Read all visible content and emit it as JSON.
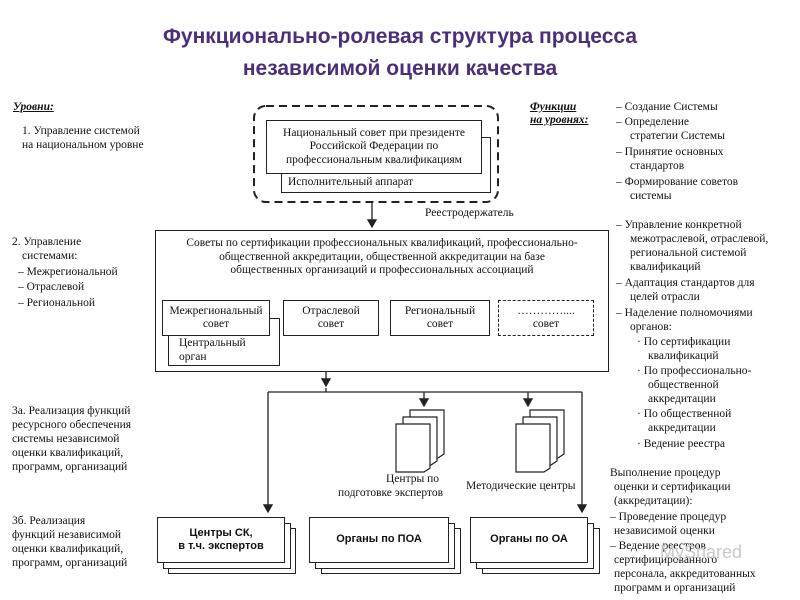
{
  "title": {
    "line1": "Функционально-ролевая структура процесса",
    "line2": "независимой оценки качества"
  },
  "left": {
    "header": "Уровни:",
    "level1": [
      "1. Управление системой",
      "на национальном уровне"
    ],
    "level2": [
      "2. Управление",
      "системами:",
      "– Межрегиональной",
      "– Отраслевой",
      "– Региональной"
    ],
    "level3a": [
      "3а. Реализация функций",
      "ресурсного обеспечения",
      "системы независимой",
      "оценки квалификаций,",
      "программ, организаций"
    ],
    "level3b": [
      "3б. Реализация",
      "функций независимой",
      "оценки квалификаций,",
      "программ, организаций"
    ]
  },
  "right": {
    "header": [
      "Функции",
      "на уровнях:"
    ],
    "func1": [
      "– Создание Системы",
      "– Определение",
      "стратегии Системы",
      "– Принятие основных",
      "стандартов",
      "– Формирование советов",
      "системы"
    ],
    "func2": [
      "– Управление конкретной",
      "межотраслевой, отраслевой,",
      "региональной системой",
      "квалификаций",
      "– Адаптация стандартов для",
      "целей отрасли",
      "– Наделение полномочиями",
      "органов:",
      "· По сертификации",
      "квалификаций",
      "· По профессионально-",
      "общественной",
      "аккредитации",
      "· По общественной",
      "аккредитации",
      "· Ведение реестра"
    ],
    "func3": [
      "Выполнение процедур",
      "оценки и сертификации",
      "(аккредитации):",
      "– Проведение процедур",
      "независимой оценки",
      "– Ведение реестров",
      "сертифицированного",
      "персонала, аккредитованных",
      "программ и организаций"
    ]
  },
  "center": {
    "national_council": [
      "Национальный совет при президенте",
      "Российской Федерации по",
      "профессиональным квалификациям"
    ],
    "executive": "Исполнительный аппарат",
    "registry_holder": "Реестродержатель",
    "councils_box": [
      "Советы по сертификации профессиональных квалификаций, профессионально-",
      "общественной аккредитации, общественной аккредитации на базе",
      "общественных организаций и профессиональных ассоциаций"
    ],
    "interregional": [
      "Межрегиональный",
      "совет"
    ],
    "central_body": [
      "Центральный",
      "орган"
    ],
    "sectoral": [
      "Отраслевой",
      "совет"
    ],
    "regional": [
      "Региональный",
      "совет"
    ],
    "other_council": [
      "…………....",
      "совет"
    ],
    "expert_centers": [
      "Центры по",
      "подготовке экспертов"
    ],
    "method_centers": "Методические центры",
    "sk_centers": [
      "Центры СК,",
      "в т.ч. экспертов"
    ],
    "poa_bodies": "Органы по ПОА",
    "oa_bodies": "Органы по ОА"
  },
  "watermark": "MyShared"
}
